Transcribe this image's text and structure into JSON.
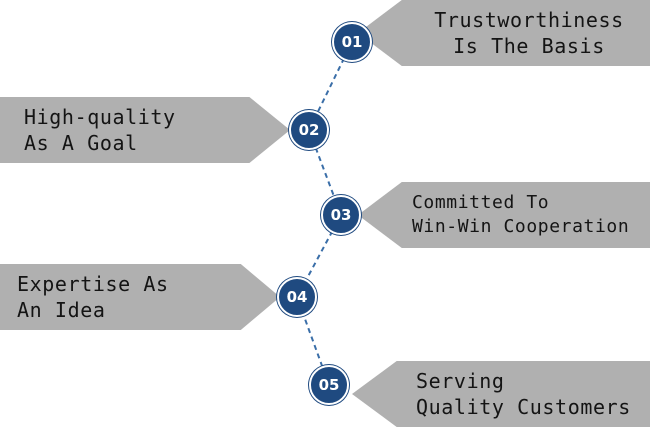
{
  "colors": {
    "node": "#1f4a80",
    "banner": "#b0b0b0",
    "connector": "#3a6ea8",
    "text": "#141414"
  },
  "steps": [
    {
      "number": "01",
      "line1": "Trustworthiness",
      "line2": "Is The Basis"
    },
    {
      "number": "02",
      "line1": "High-quality",
      "line2": "As A Goal"
    },
    {
      "number": "03",
      "line1": "Committed To",
      "line2": "Win-Win Cooperation"
    },
    {
      "number": "04",
      "line1": "Expertise As",
      "line2": "An Idea"
    },
    {
      "number": "05",
      "line1": "Serving",
      "line2": "Quality Customers"
    }
  ]
}
